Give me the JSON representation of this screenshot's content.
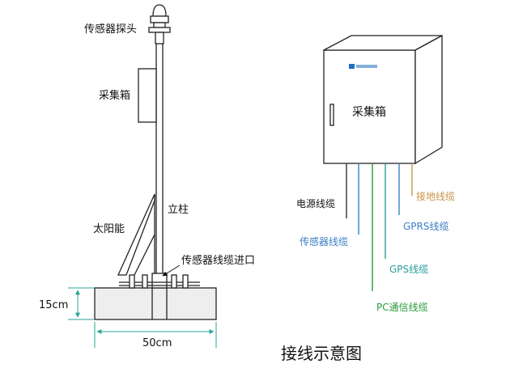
{
  "left": {
    "sensor_probe": "传感器探头",
    "collection_box": "采集箱",
    "pole": "立柱",
    "solar_panel": "太阳能",
    "cable_inlet": "传感器线缆进口",
    "height": "15cm",
    "width": "50cm"
  },
  "right": {
    "box_label": "采集箱",
    "cables": {
      "power": "电源线缆",
      "sensor": "传感器线缆",
      "gps": "GPS线缆",
      "pc": "PC通信线缆",
      "gprs": "GPRS线缆",
      "ground": "接地线缆"
    }
  },
  "title": "接线示意图",
  "colors": {
    "line": "#222222",
    "power_cable": "#333333",
    "sensor_cable": "#3b7fc4",
    "gps_cable": "#2a9c9c",
    "pc_cable": "#2a9a3a",
    "gprs_cable": "#3b7fc4",
    "ground_cable": "#c8944a",
    "logo": "#1f6fc0",
    "box_fill": "#eeeeee"
  }
}
